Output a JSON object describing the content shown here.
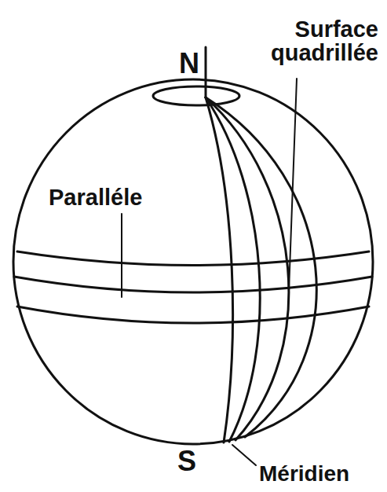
{
  "diagram": {
    "labels": [
      "N",
      "Surface quadrillée",
      "Paralléle",
      "S",
      "Méridien"
    ]
  }
}
